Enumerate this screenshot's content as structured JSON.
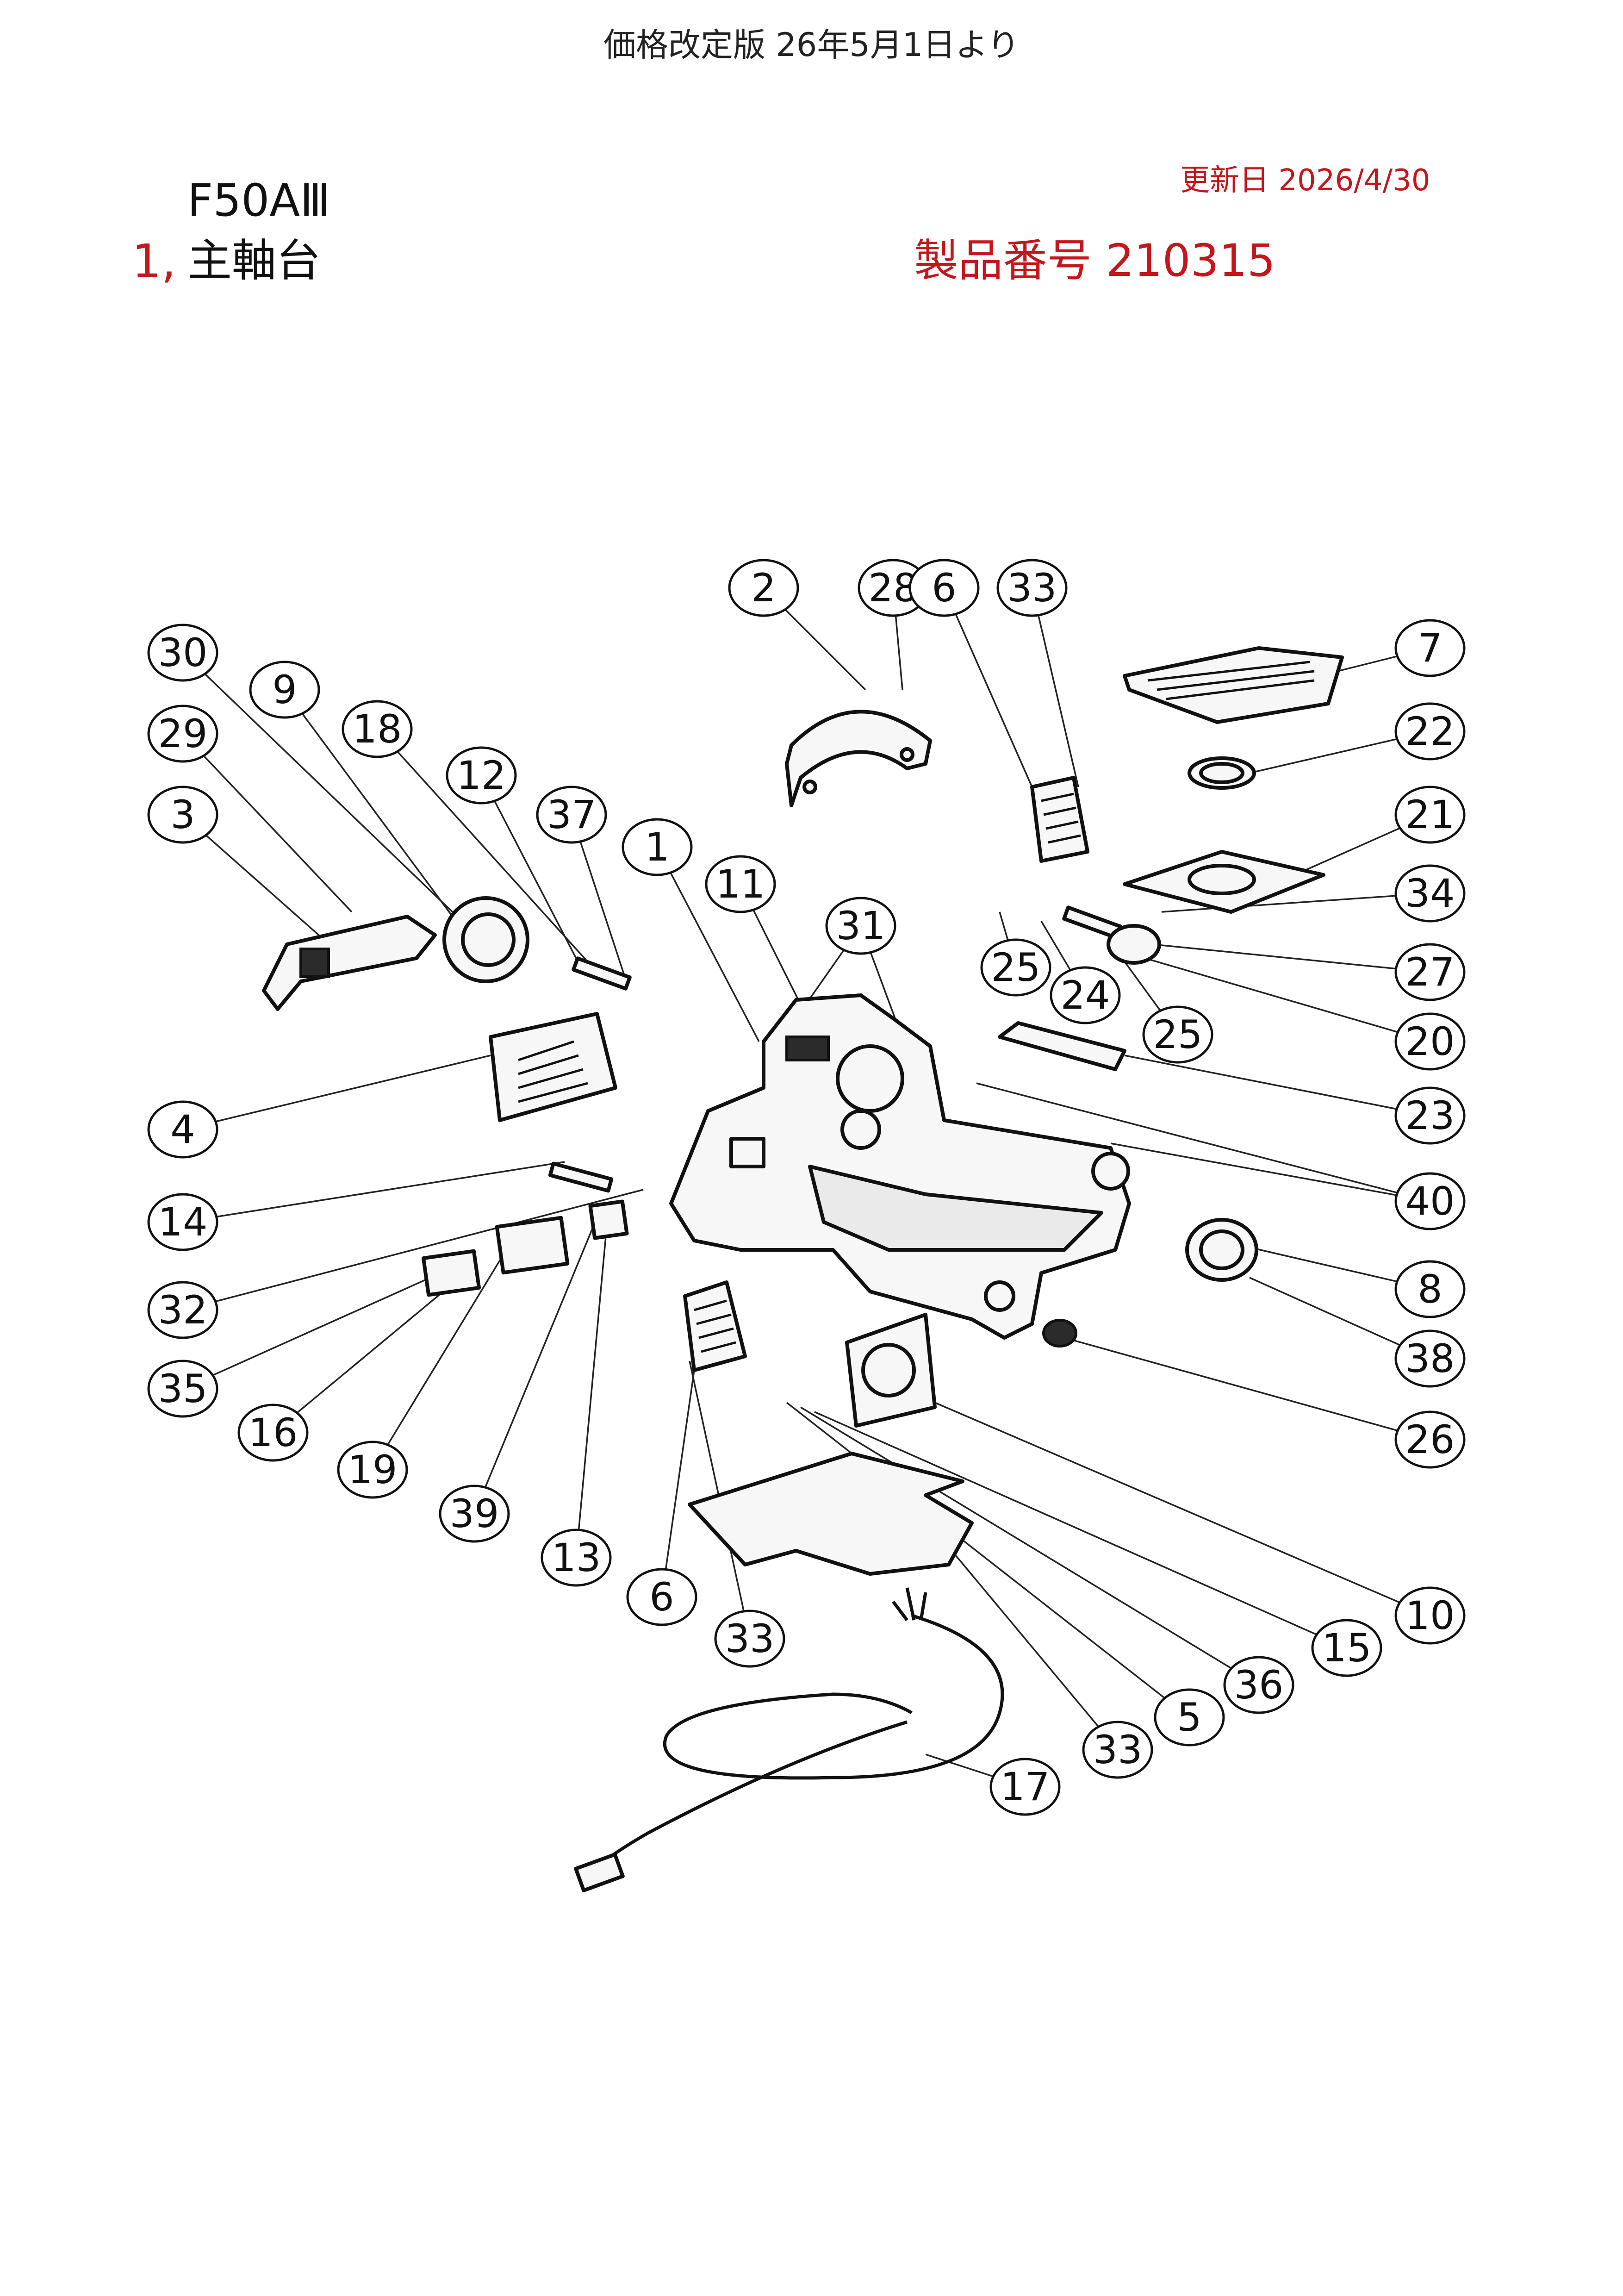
{
  "header": {
    "notice": "価格改定版 26年5月1日より",
    "model": "F50AⅢ",
    "section_number": "1,",
    "section_name": "主軸台",
    "updated": "更新日 2026/4/30",
    "product_number": "製品番号 210315"
  },
  "diagram": {
    "part_numbers": [
      "2",
      "28",
      "6",
      "33",
      "30",
      "9",
      "18",
      "12",
      "37",
      "1",
      "11",
      "31",
      "3",
      "29",
      "4",
      "14",
      "32",
      "35",
      "16",
      "19",
      "39",
      "13",
      "6",
      "33",
      "7",
      "22",
      "21",
      "34",
      "27",
      "20",
      "25",
      "24",
      "25",
      "23",
      "40",
      "8",
      "38",
      "26",
      "10",
      "15",
      "36",
      "5",
      "33",
      "17"
    ]
  }
}
